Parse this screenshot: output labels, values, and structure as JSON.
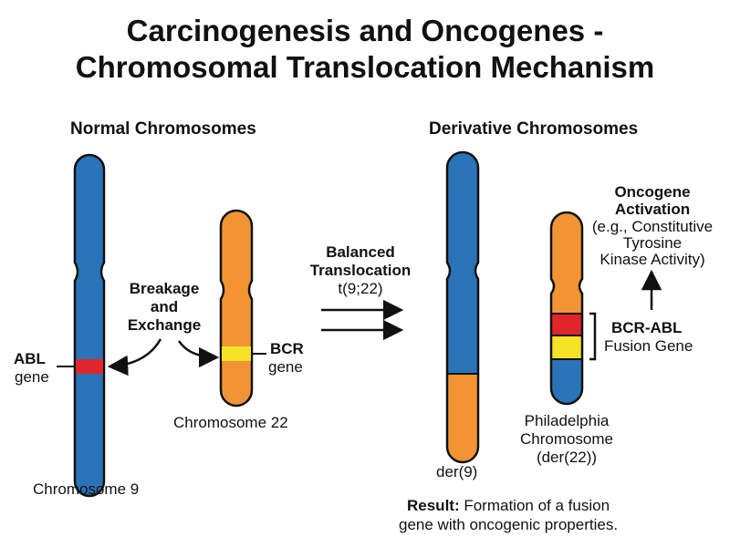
{
  "title": {
    "line1": "Carcinogenesis and Oncogenes -",
    "line2": "Chromosomal Translocation Mechanism"
  },
  "normal": {
    "heading": "Normal Chromosomes",
    "abl_label": "ABL",
    "abl_sub": "gene",
    "bcr_label": "BCR",
    "bcr_sub": "gene",
    "breakage": [
      "Breakage",
      "and",
      "Exchange"
    ],
    "chr9_label": "Chromosome 9",
    "chr22_label": "Chromosome 22"
  },
  "translocation": {
    "line1": "Balanced",
    "line2": "Translocation",
    "line3": "t(9;22)"
  },
  "derivative": {
    "heading": "Derivative Chromosomes",
    "der9_label": "der(9)",
    "ph_label": [
      "Philadelphia",
      "Chromosome",
      "(der(22))"
    ],
    "fusion_label": "BCR-ABL",
    "fusion_sub": "Fusion Gene",
    "oncogene": [
      "Oncogene",
      "Activation"
    ],
    "oncogene_detail": [
      "(e.g., Constitutive",
      "Tyrosine",
      "Kinase Activity)"
    ]
  },
  "result": {
    "prefix": "Result:",
    "line1": " Formation of a fusion",
    "line2": "gene with oncogenic properties."
  },
  "colors": {
    "chr9_blue": "#2b73b8",
    "chr22_orange": "#f29433",
    "abl_red": "#e0262b",
    "bcr_yellow": "#f7e228",
    "outline": "#111111"
  }
}
